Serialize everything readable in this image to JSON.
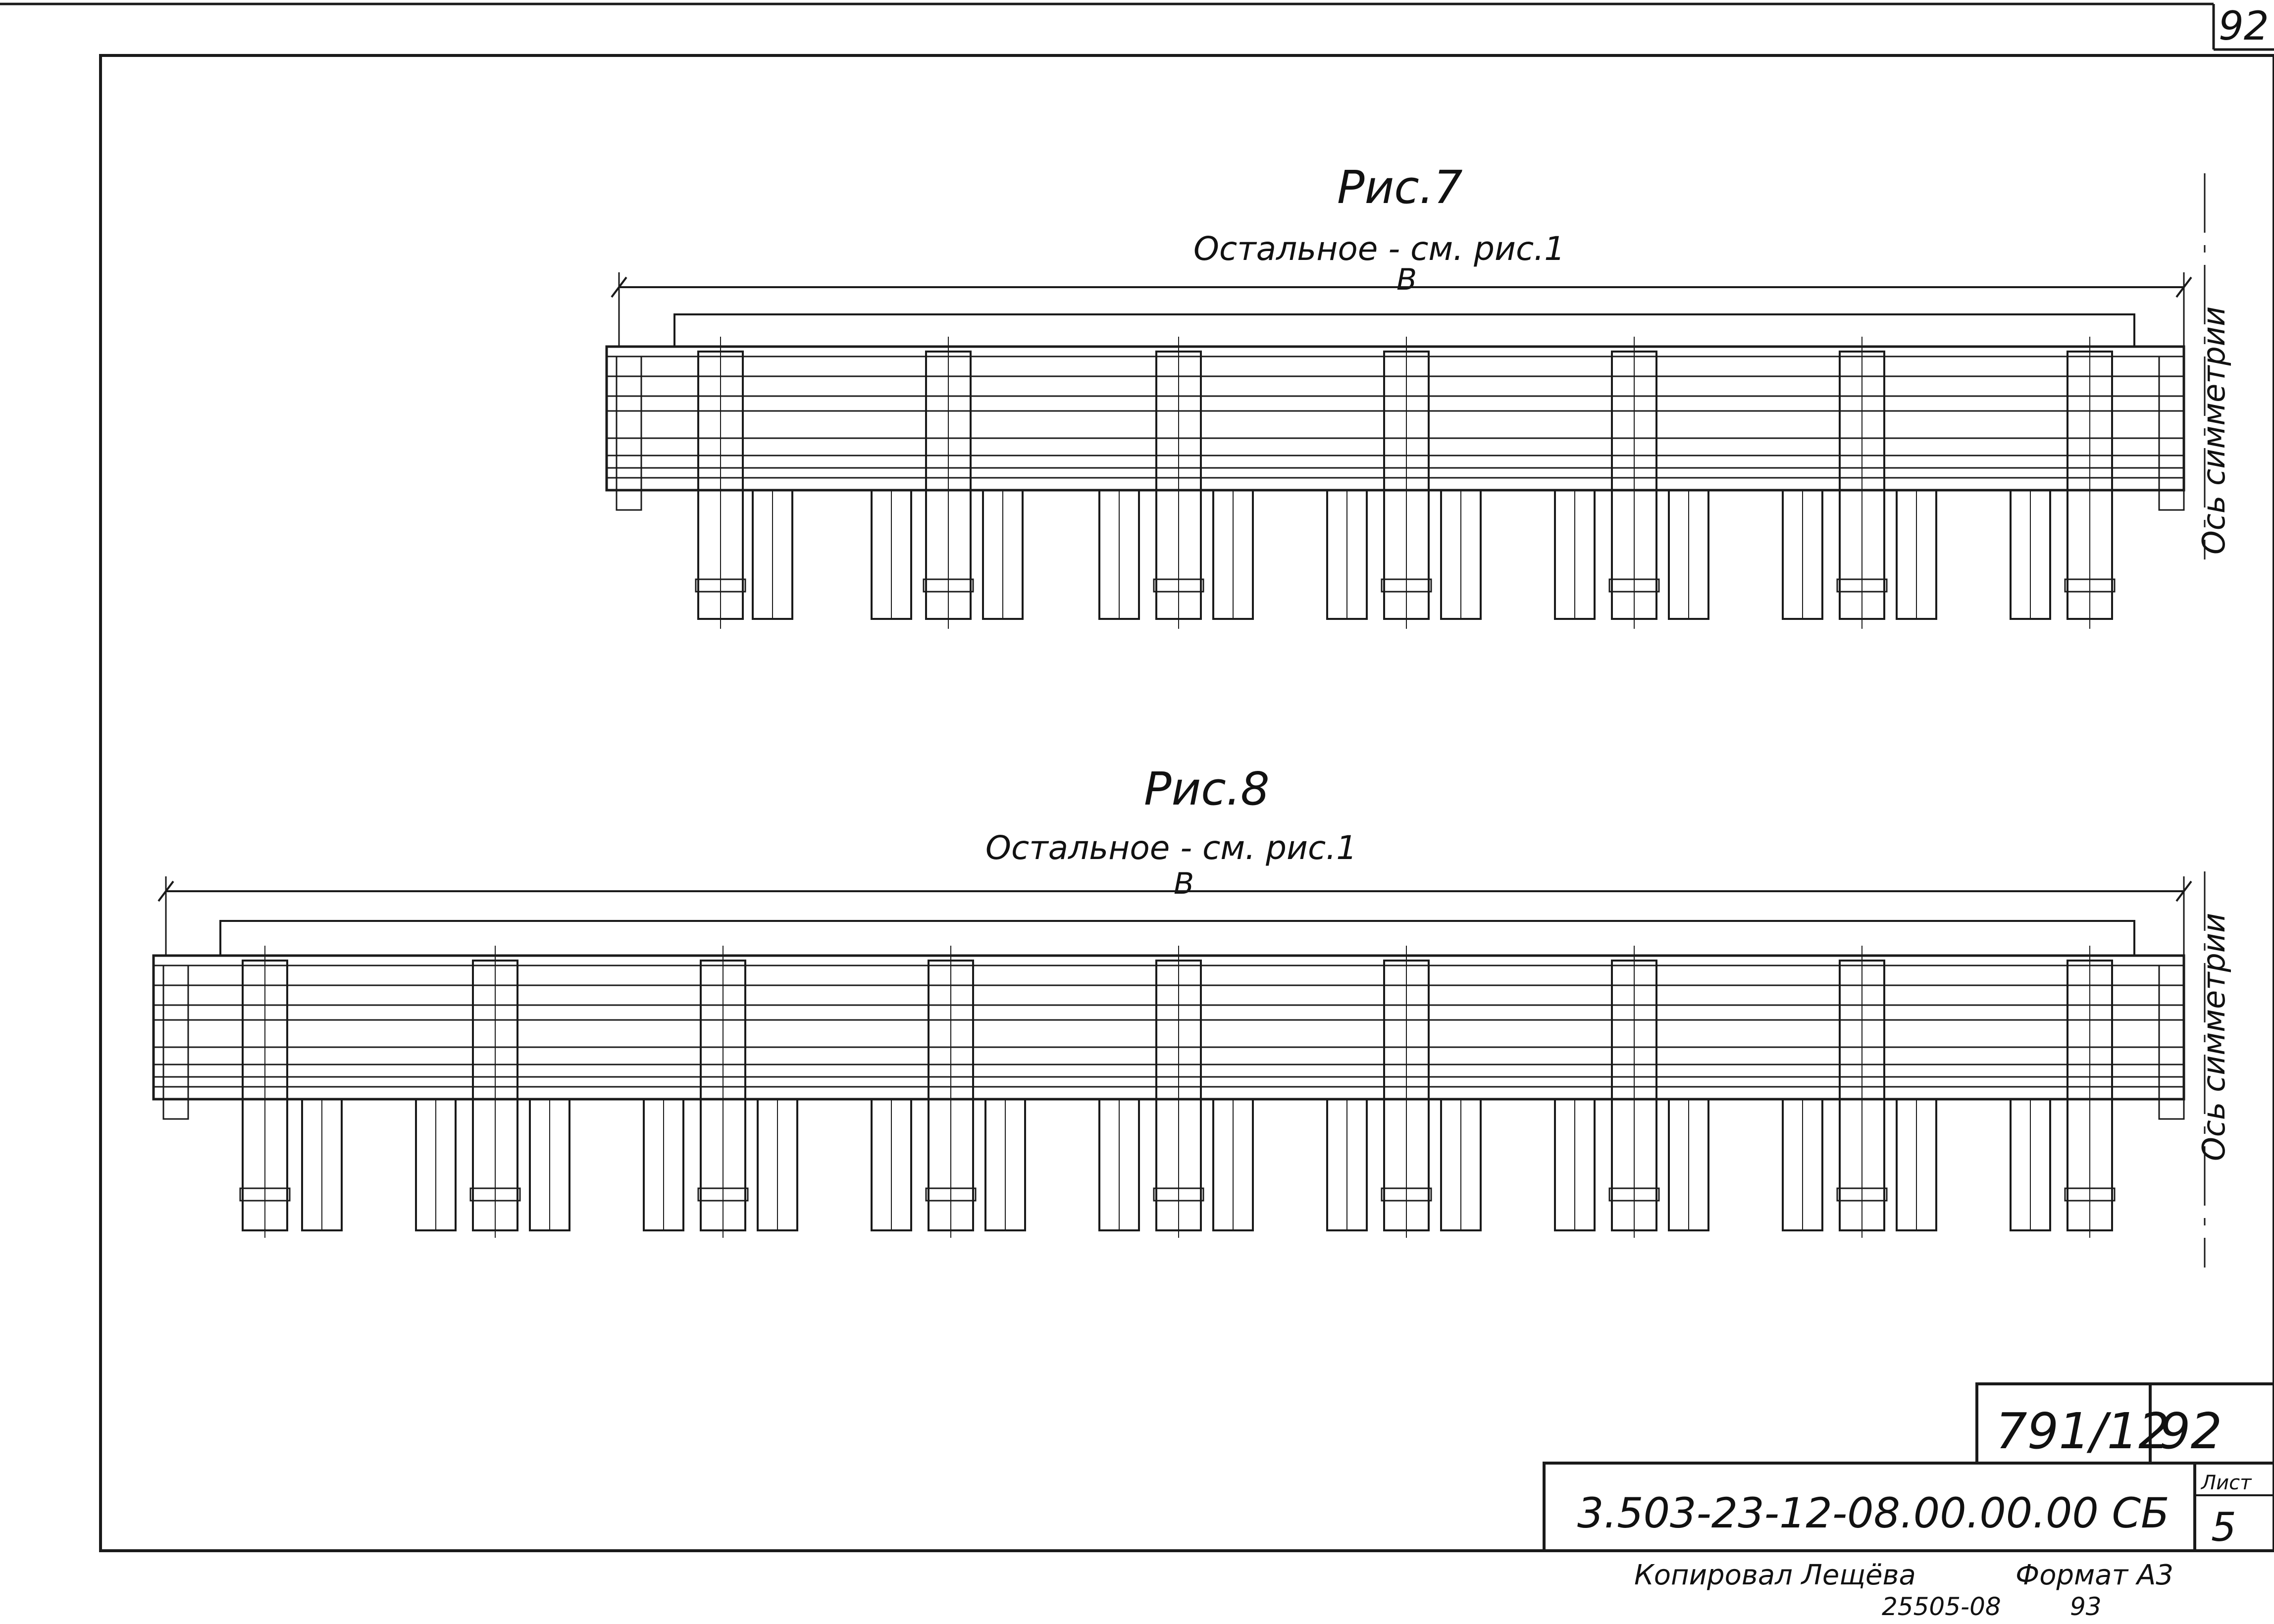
{
  "sheet": {
    "corner_number": "92",
    "symmetry_label": "Ось симметрии"
  },
  "figures": [
    {
      "title": "Рис.7",
      "note": "Остальное - см. рис.1",
      "dimension": "B"
    },
    {
      "title": "Рис.8",
      "note": "Остальное - см. рис.1",
      "dimension": "B"
    }
  ],
  "title_block": {
    "inventory_number": "791/12",
    "inventory_page": "92",
    "designation": "3.503-23-12-08.00.00.00 СБ",
    "sheet_label": "Лист",
    "sheet_number": "5"
  },
  "footer": {
    "copied_by": "Копировал Лещёва",
    "format": "Формат А3",
    "order_number": "25505-08",
    "page": "93"
  },
  "colors": {
    "ink": "#1a1a1a",
    "paper": "#ffffff"
  }
}
